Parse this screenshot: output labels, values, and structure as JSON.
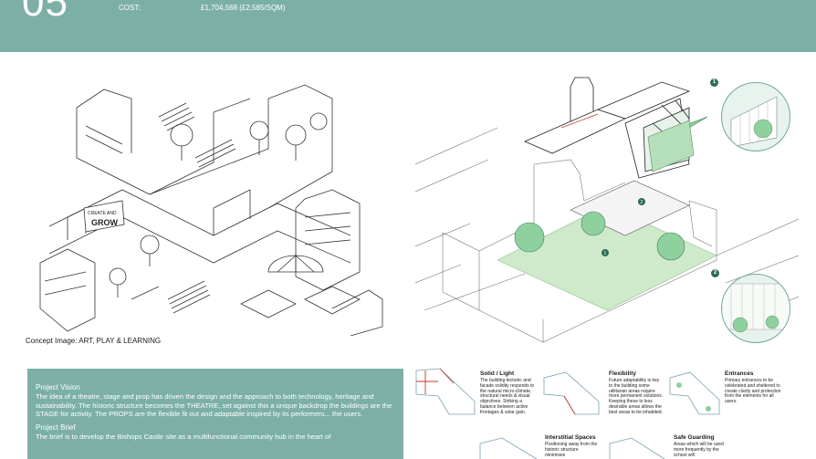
{
  "header": {
    "number": "05",
    "cost_label": "COST:",
    "cost_value": "£1,704,568 (£2,585/SQM)"
  },
  "concept": {
    "caption": "Concept Image: ART, PLAY & LEARNING",
    "sign_top": "CREATE AND",
    "sign_bottom": "GROW"
  },
  "markers": {
    "one": "1",
    "two": "2"
  },
  "brief": {
    "vision_title": "Project Vision",
    "vision_text": "The idea of a theatre, stage and prop has driven the design and the approach to both technology, heritage and sustainability. The historic structure becomes the THEATRE, set against this a unique backdrop the buildings are the STAGE for activity. The PROPS are the flexible fit out and adaptable inspired by its performers... the users.",
    "brief_title": "Project Brief",
    "brief_text": "The brief is to develop the Bishops Castle site as a multifunctional community hub in the heart of"
  },
  "principles": [
    {
      "title": "Solid / Light",
      "text": "The building tectonic and facade solidity responds to the natural micro-climate, structural needs & visual objectives. Striking a balance between active frontages & solar gain."
    },
    {
      "title": "Flexibility",
      "text": "Future adaptability is key to the building some utilitarian areas require more permanent solutions. Keeping these to less desirable areas allows the best areas to be inhabited."
    },
    {
      "title": "Entrances",
      "text": "Primary entrances to be celebrated and sheltered to create clarity and protection from the elements for all users."
    },
    {
      "title": "Interstitial Spaces",
      "text": "Positioning away from the historic structure minimises"
    },
    {
      "title": "Safe Guarding",
      "text": "Areas which will be used more frequently by the school will"
    }
  ],
  "colors": {
    "accent": "#7cb0a6",
    "green": "#8fd19e",
    "red": "#c0392b"
  }
}
